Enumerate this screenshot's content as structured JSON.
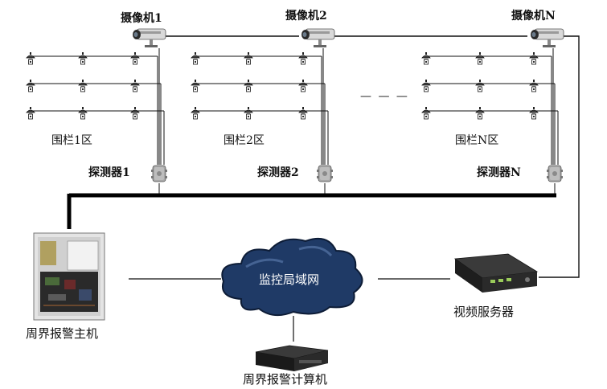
{
  "cameras": [
    {
      "label": "摄像机1"
    },
    {
      "label": "摄像机2"
    },
    {
      "label": "摄像机N"
    }
  ],
  "zones": [
    {
      "fence_label": "围栏1区",
      "detector_label": "探测器1"
    },
    {
      "fence_label": "围栏2区",
      "detector_label": "探测器2"
    },
    {
      "fence_label": "围栏N区",
      "detector_label": "探测器N"
    }
  ],
  "ellipsis": "— — —",
  "network_label": "监控局域网",
  "host_label": "周界报警主机",
  "server_label": "视频服务器",
  "computer_label": "周界报警计算机",
  "colors": {
    "line": "#111111",
    "cloud": "#1f3a66",
    "cloud_edge": "#0d1c36"
  }
}
